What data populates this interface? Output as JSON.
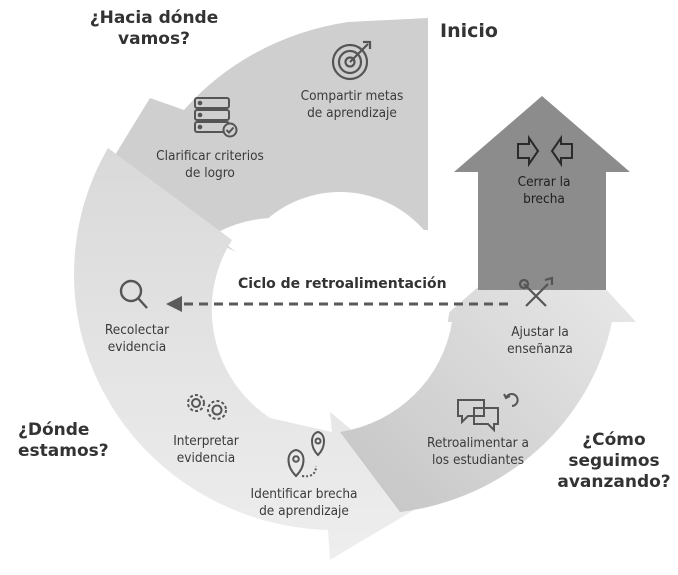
{
  "title": "Inicio",
  "questions": {
    "where_going": [
      "¿Hacia dónde",
      "vamos?"
    ],
    "where_are_we": [
      "¿Dónde",
      "estamos?"
    ],
    "moving_forward": [
      "¿Cómo",
      "seguimos",
      "avanzando?"
    ]
  },
  "loop_label": "Ciclo de retroalimentación",
  "steps": {
    "share_goals": [
      "Compartir metas",
      "de aprendizaje"
    ],
    "clarify_criteria": [
      "Clarificar criterios",
      "de logro"
    ],
    "collect_evidence": [
      "Recolectar",
      "evidencia"
    ],
    "interpret_evidence": [
      "Interpretar",
      "evidencia"
    ],
    "identify_gap": [
      "Identificar brecha",
      "de aprendizaje"
    ],
    "feedback_students": [
      "Retroalimentar a",
      "los estudiantes"
    ],
    "adjust_teaching": [
      "Ajustar la",
      "enseñanza"
    ],
    "close_gap": [
      "Cerrar la",
      "brecha"
    ]
  },
  "colors": {
    "band_top": "#cfcfcf",
    "band_left": "#e2e2e2",
    "band_right": "#d7d7d7",
    "close_arrow": "#8c8c8c",
    "icon": "#555555",
    "text": "#333333"
  }
}
